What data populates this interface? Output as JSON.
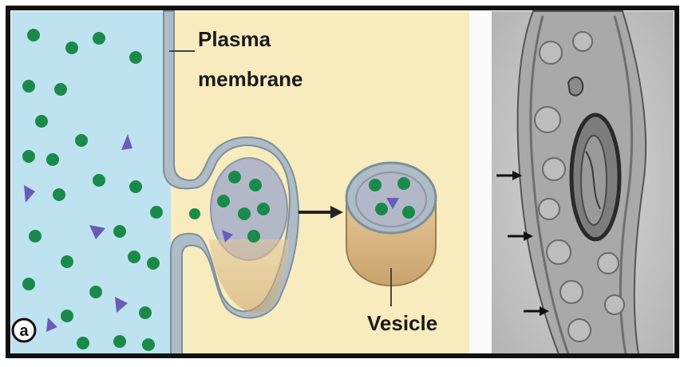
{
  "labels": {
    "plasma_line1": "Plasma",
    "plasma_line2": "membrane",
    "vesicle": "Vesicle",
    "panel_letter": "a"
  },
  "colors": {
    "extracellular": "#bfe2f0",
    "cytoplasm": "#f8ecbe",
    "membrane_outer": "#8fa3b0",
    "vesicle_interior": "#b3b8c8",
    "vesicle_wall": "#d7b98a",
    "green_particle": "#1a8a4a",
    "purple_particle": "#6a5bb8",
    "micrograph_bg": "#c9c9c9",
    "frame": "#111111"
  },
  "icons": [
    "green-dot-particle",
    "purple-triangle-particle",
    "arrow-right-icon"
  ]
}
